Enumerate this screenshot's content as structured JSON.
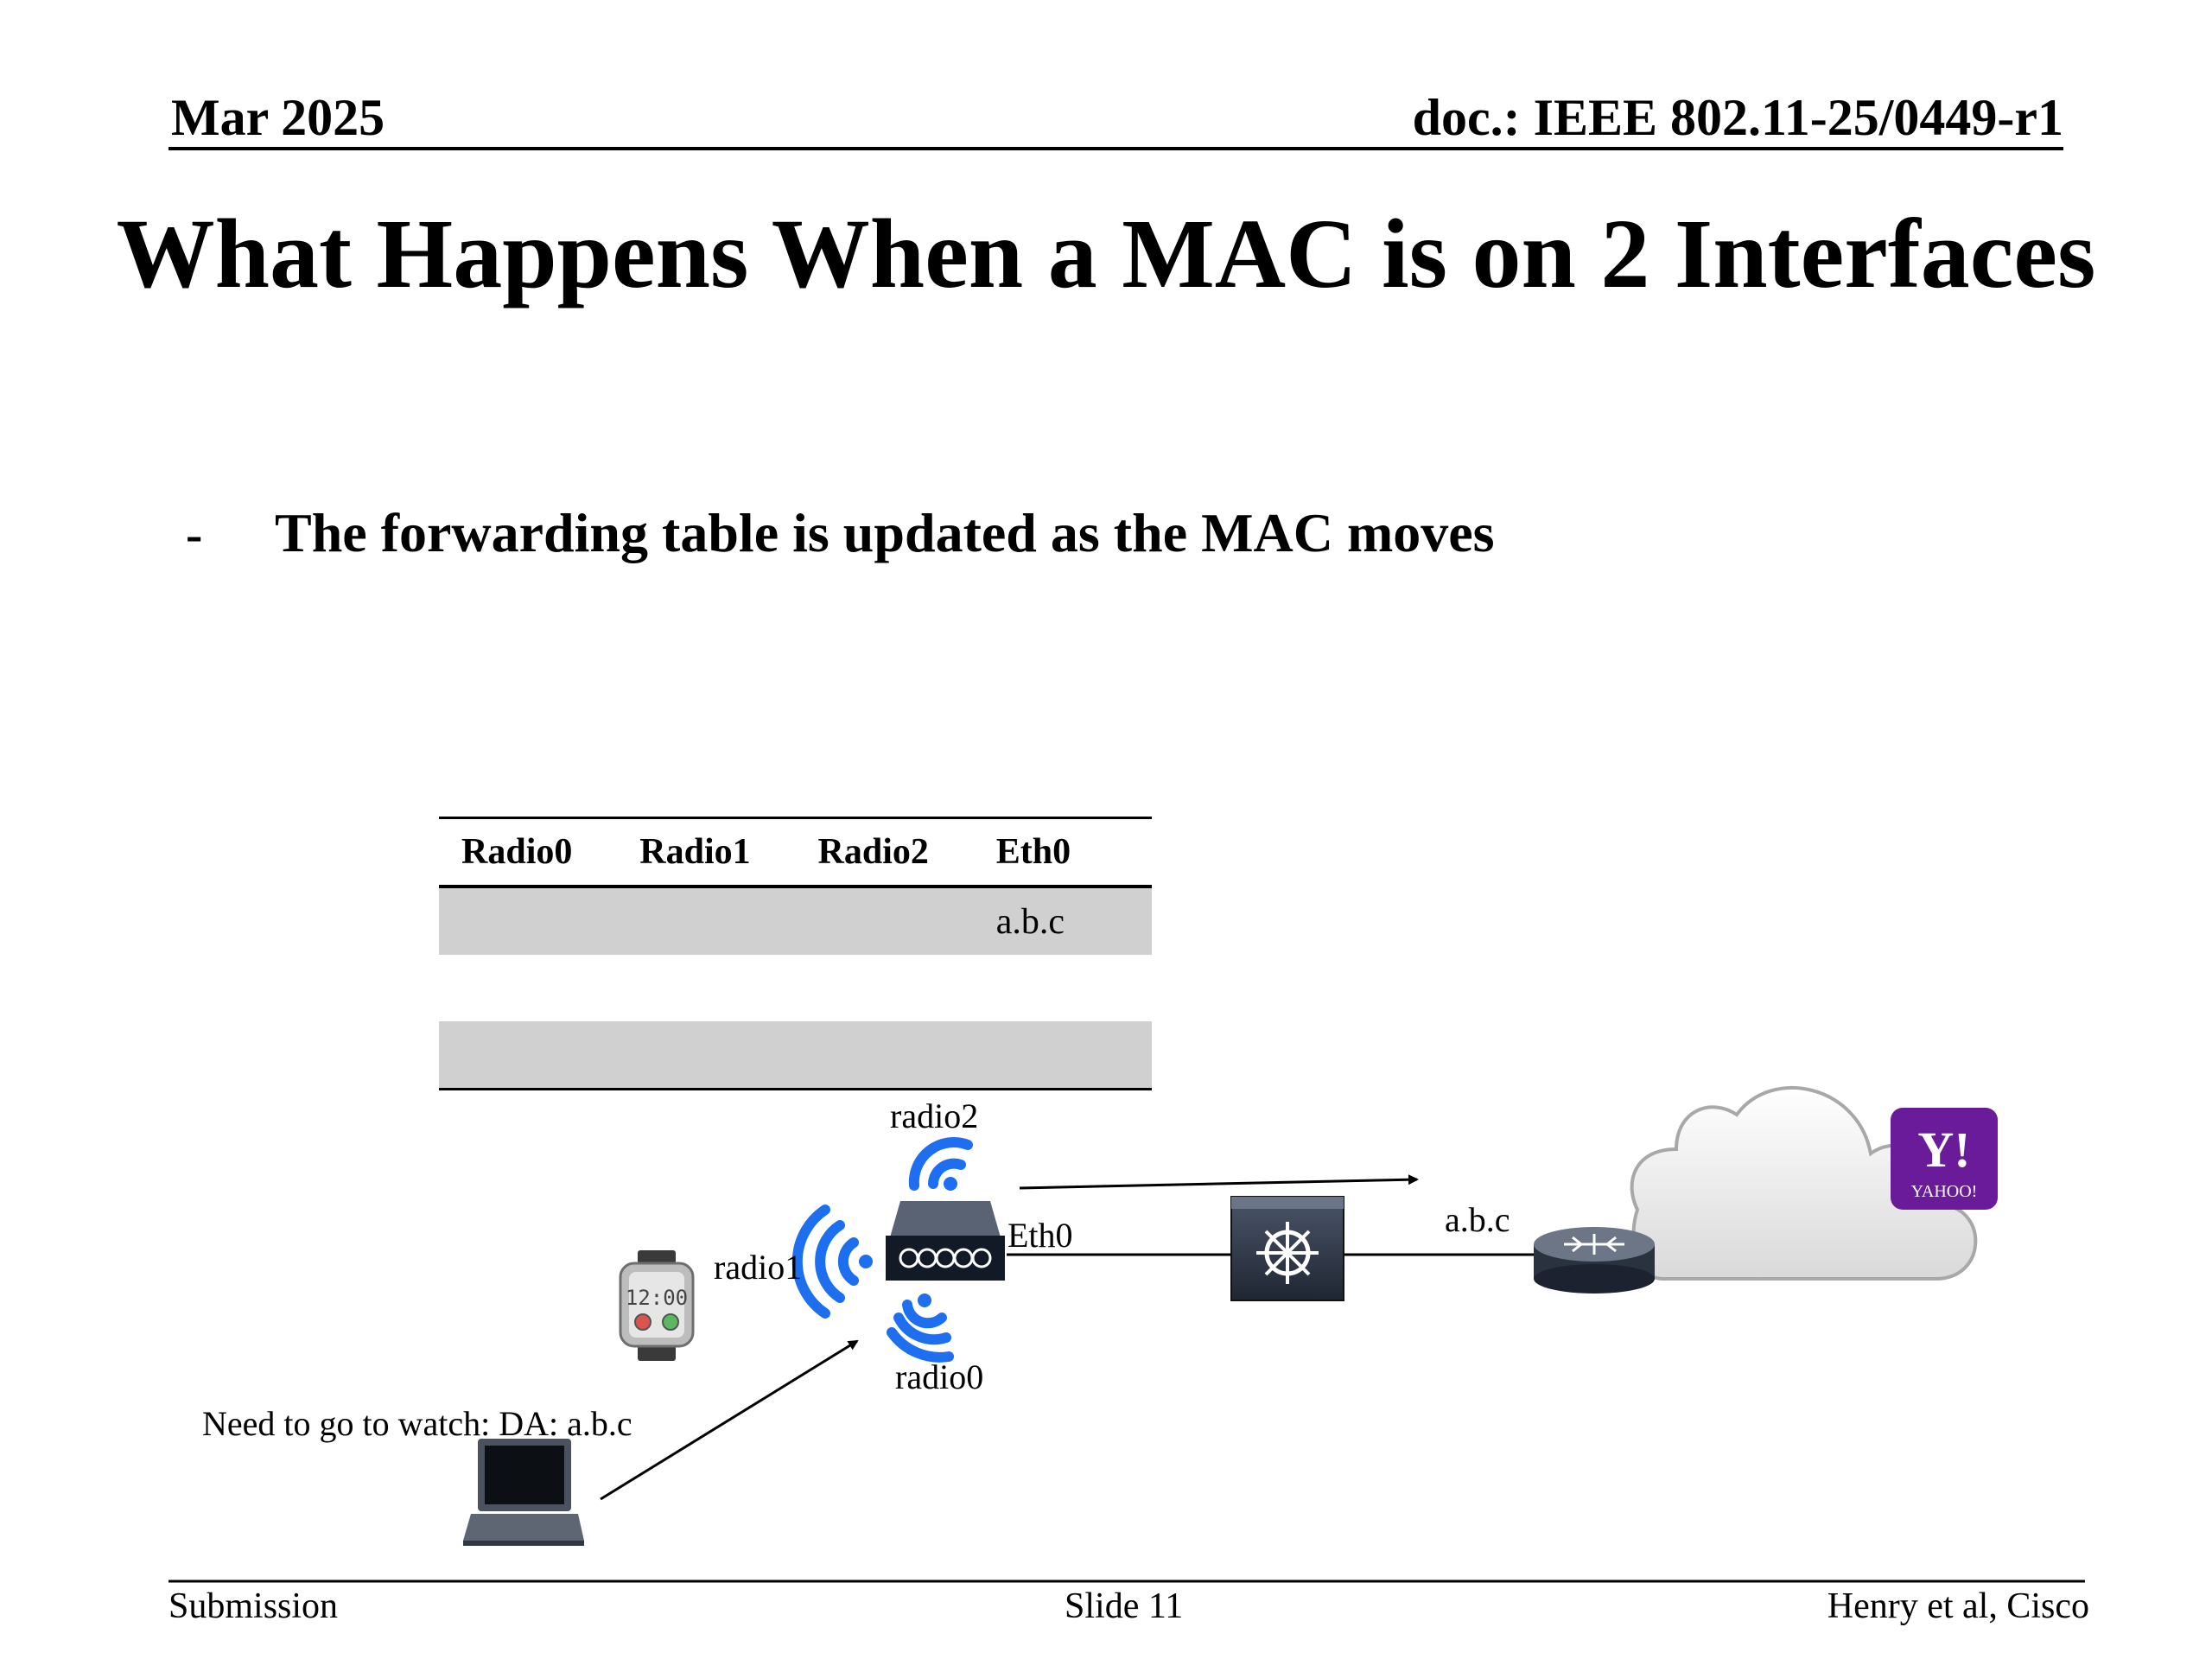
{
  "header": {
    "date": "Mar 2025",
    "doc": "doc.: IEEE 802.11-25/0449-r1"
  },
  "title": "What Happens When a MAC is on 2 Interfaces",
  "bullet": {
    "marker": "-",
    "text": "The forwarding table is updated as the MAC moves"
  },
  "table": {
    "headers": [
      "Radio0",
      "Radio1",
      "Radio2",
      "Eth0"
    ],
    "rows": [
      [
        "",
        "",
        "",
        "a.b.c"
      ],
      [
        "",
        "",
        "",
        ""
      ],
      [
        "",
        "",
        "",
        ""
      ]
    ]
  },
  "diagram": {
    "radio2_label": "radio2",
    "radio1_label": "radio1",
    "radio0_label": "radio0",
    "eth0_label": "Eth0",
    "dest_label": "a.b.c",
    "watch_time": "12:00",
    "laptop_note": "Need to go to watch: DA: a.b.c",
    "yahoo_logo_text": "Y!",
    "yahoo_logo_sub": "YAHOO!",
    "colors": {
      "wifi": "#1e6ff0",
      "yahoo": "#6a1b9a",
      "device": "#2f3a4a"
    }
  },
  "footer": {
    "left": "Submission",
    "center": "Slide 11",
    "right": "Henry et al, Cisco"
  }
}
